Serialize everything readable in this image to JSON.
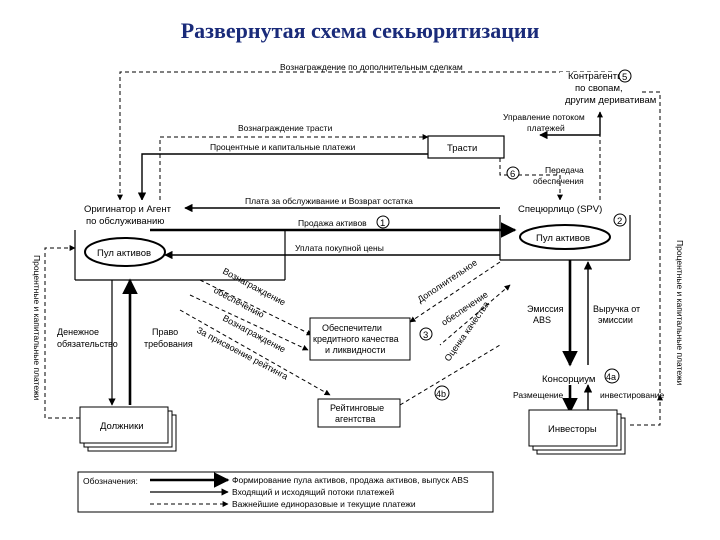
{
  "title": "Развернутая схема секьюритизации",
  "nodes": {
    "counterparties": [
      "Контрагенты",
      "по свопам,",
      "другим деривативам"
    ],
    "trust": "Трасти",
    "originator": [
      "Оригинатор и Агент",
      "по обслуживанию"
    ],
    "asset_pool_left": "Пул активов",
    "spv": "Спецюрлицо (SPV)",
    "asset_pool_right": "Пул активов",
    "providers": [
      "Обеспечители",
      "кредитного качества",
      "и ликвидности"
    ],
    "agencies": [
      "Рейтинговые",
      "агентства"
    ],
    "debtors": "Должники",
    "investors": "Инвесторы",
    "consortium": "Консорциум",
    "money_obligation": [
      "Денежное",
      "обязательство"
    ],
    "claim_right": [
      "Право",
      "требования"
    ],
    "abs_issue": [
      "Эмиссия",
      "ABS"
    ],
    "issue_proceeds": [
      "Выручка от",
      "эмиссии"
    ]
  },
  "badges": {
    "n1": "1",
    "n2": "2",
    "n3": "3",
    "n4a": "4а",
    "n4b": "4b",
    "n5": "5",
    "n6": "6"
  },
  "edge_labels": {
    "extra_fee": "Вознаграждение по дополнительным сделкам",
    "flow_mgmt": [
      "Управление потоком",
      "платежей"
    ],
    "trustee_fee": "Вознаграждение трасти",
    "interest_payments_top": "Процентные и капитальные платежи",
    "collateral_transfer": [
      "Передача",
      "обеспечения"
    ],
    "servicing_fee": "Плата за обслуживание и Возврат остатка",
    "asset_sale": "Продажа активов",
    "purchase_payment": "Уплата покупной цены",
    "placement": "Размещение",
    "investment": "инвестирование",
    "right_vertical": "Процентные и капитальные платежи",
    "left_vertical": "Процентные и капитальные платежи",
    "diag_fee": "Вознаграждение",
    "diag_security": "обеспечению",
    "diag_fee2": "Вознаграждение",
    "diag_rating": "За присвоение рейтинга",
    "diag_additional": "Дополнительное",
    "diag_provision": "обеспечение",
    "diag_quality": "Оценка качества"
  },
  "legend": {
    "label": "Обозначения:",
    "items": [
      "Формирование пула активов, продажа активов, выпуск ABS",
      "Входящий и исходящий потоки платежей",
      "Важнейшие единоразовые и текущие платежи"
    ]
  }
}
